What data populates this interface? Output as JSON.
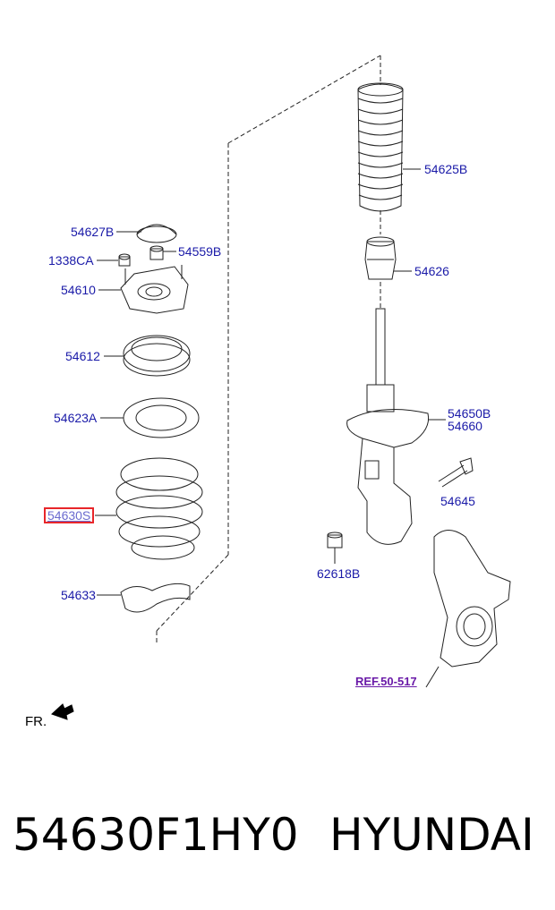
{
  "diagram": {
    "labels": {
      "p54625B": "54625B",
      "p54627B": "54627B",
      "p54559B": "54559B",
      "p1338CA": "1338CA",
      "p54610": "54610",
      "p54626": "54626",
      "p54612": "54612",
      "p54650B": "54650B",
      "p54660": "54660",
      "p54623A": "54623A",
      "p54645": "54645",
      "p54630S": "54630S",
      "p62618B": "62618B",
      "p54633": "54633"
    },
    "ref": "REF.50-517",
    "direction": "FR.",
    "highlighted_part": "54630S"
  },
  "caption": {
    "part_number": "54630F1HY0",
    "brand": "HYUNDAI"
  },
  "colors": {
    "label": "#1a1aa8",
    "highlight_border": "#e8262a",
    "ref": "#6a1aa8",
    "line": "#222222"
  }
}
